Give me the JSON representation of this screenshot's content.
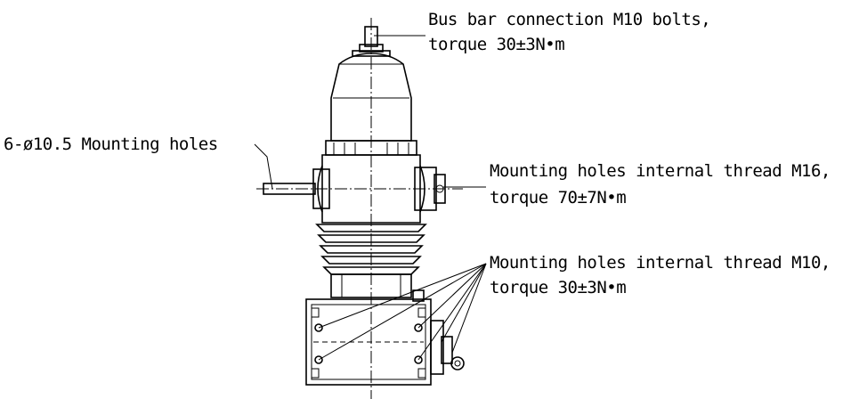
{
  "labels": {
    "busbar_line1": "Bus bar connection M10 bolts,",
    "busbar_line2": "torque 30±3N•m",
    "mounting_holes": "6-ø10.5 Mounting holes",
    "m16_line1": "Mounting holes internal thread M16,",
    "m16_line2": "torque 70±7N•m",
    "m10_line1": "Mounting holes internal thread M10,",
    "m10_line2": "torque 30±3N•m"
  },
  "colors": {
    "line": "#000000",
    "background": "#ffffff"
  }
}
